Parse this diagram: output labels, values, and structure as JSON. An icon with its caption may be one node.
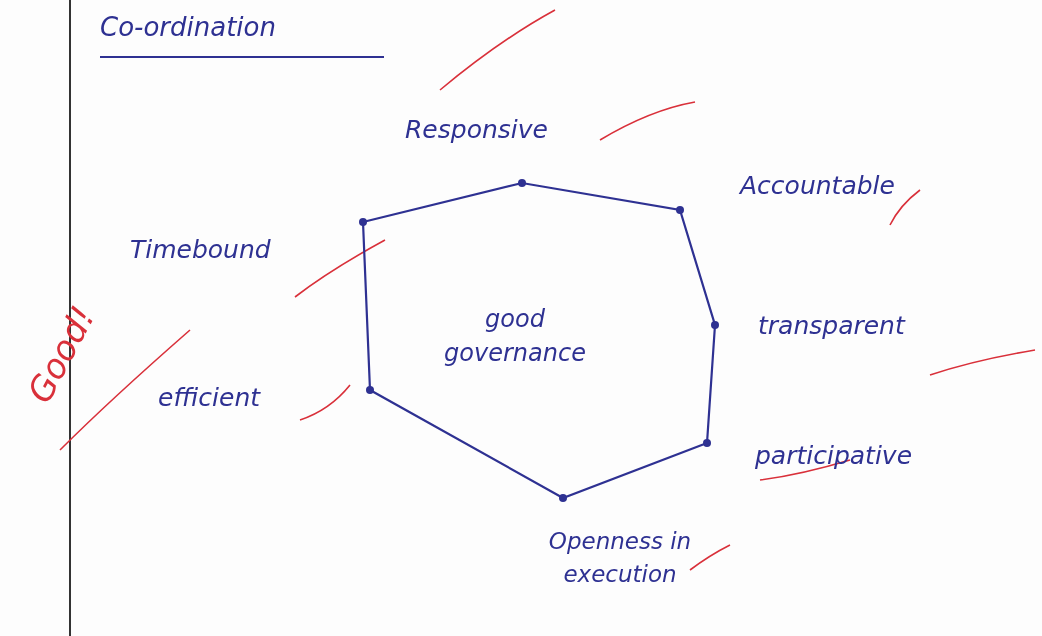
{
  "diagram": {
    "title": "Co-ordination",
    "nodes": [
      {
        "text": [
          "good governance"
        ]
      }
    ],
    "edges": [],
    "labels": [
      "Responsive",
      "Accountable",
      "Timebound",
      "transparent",
      "efficient",
      "participative",
      "Openness in execution",
      "Good!"
    ]
  }
}
